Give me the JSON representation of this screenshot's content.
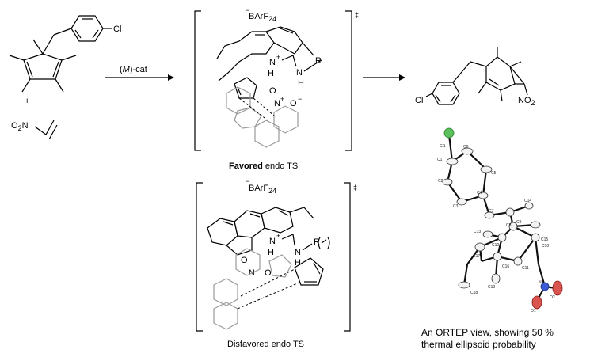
{
  "reactants": {
    "substituent_cl": "Cl",
    "plus": "+",
    "nitro_prefix": "O",
    "nitro_sub": "2",
    "nitro_suffix": "N"
  },
  "reaction": {
    "catalyst_open": "(",
    "catalyst_italic": "M",
    "catalyst_close": ")-cat"
  },
  "favored_ts": {
    "counterion_main": "BArF",
    "counterion_sub": "24",
    "counterion_charge": "−",
    "dagger": "‡",
    "nh_plus_n": "N",
    "nh_plus_h": "H",
    "plus": "+",
    "nh_r_n": "N",
    "nh_r_h": "H",
    "r_label": "R",
    "o_label_1": "O",
    "n_label": "N",
    "plus2": "+",
    "o_label_2": "O",
    "minus": "−",
    "caption_bold": "Favored",
    "caption_rest": " endo TS"
  },
  "disfavored_ts": {
    "counterion_main": "BArF",
    "counterion_sub": "24",
    "counterion_charge": "−",
    "dagger": "‡",
    "nh_plus_n": "N",
    "nh_plus_h": "H",
    "plus": "+",
    "nh_r_n": "N",
    "nh_r_h": "H",
    "r_label": "R",
    "o_label_1": "O",
    "n_label": "N",
    "o_label_2": "O",
    "caption": "Disfavored endo TS"
  },
  "product": {
    "cl": "Cl",
    "no2_main": "NO",
    "no2_sub": "2"
  },
  "ortep": {
    "atoms": [
      "Cl1",
      "C1",
      "C6",
      "C5",
      "C2",
      "C3",
      "C4",
      "C7",
      "C14",
      "C8",
      "C13",
      "C9",
      "C15",
      "C12",
      "C17",
      "C16",
      "C11",
      "C10",
      "C18",
      "C19",
      "N1",
      "O2",
      "O1"
    ],
    "caption_line1": "An ORTEP view,  showing 50 %",
    "caption_line2": "thermal ellipsoid probability"
  },
  "colors": {
    "chlorine": "#5cc05c",
    "oxygen": "#d9534f",
    "nitrogen": "#3b5bd6",
    "gray_ring": "#9a9a9a"
  }
}
